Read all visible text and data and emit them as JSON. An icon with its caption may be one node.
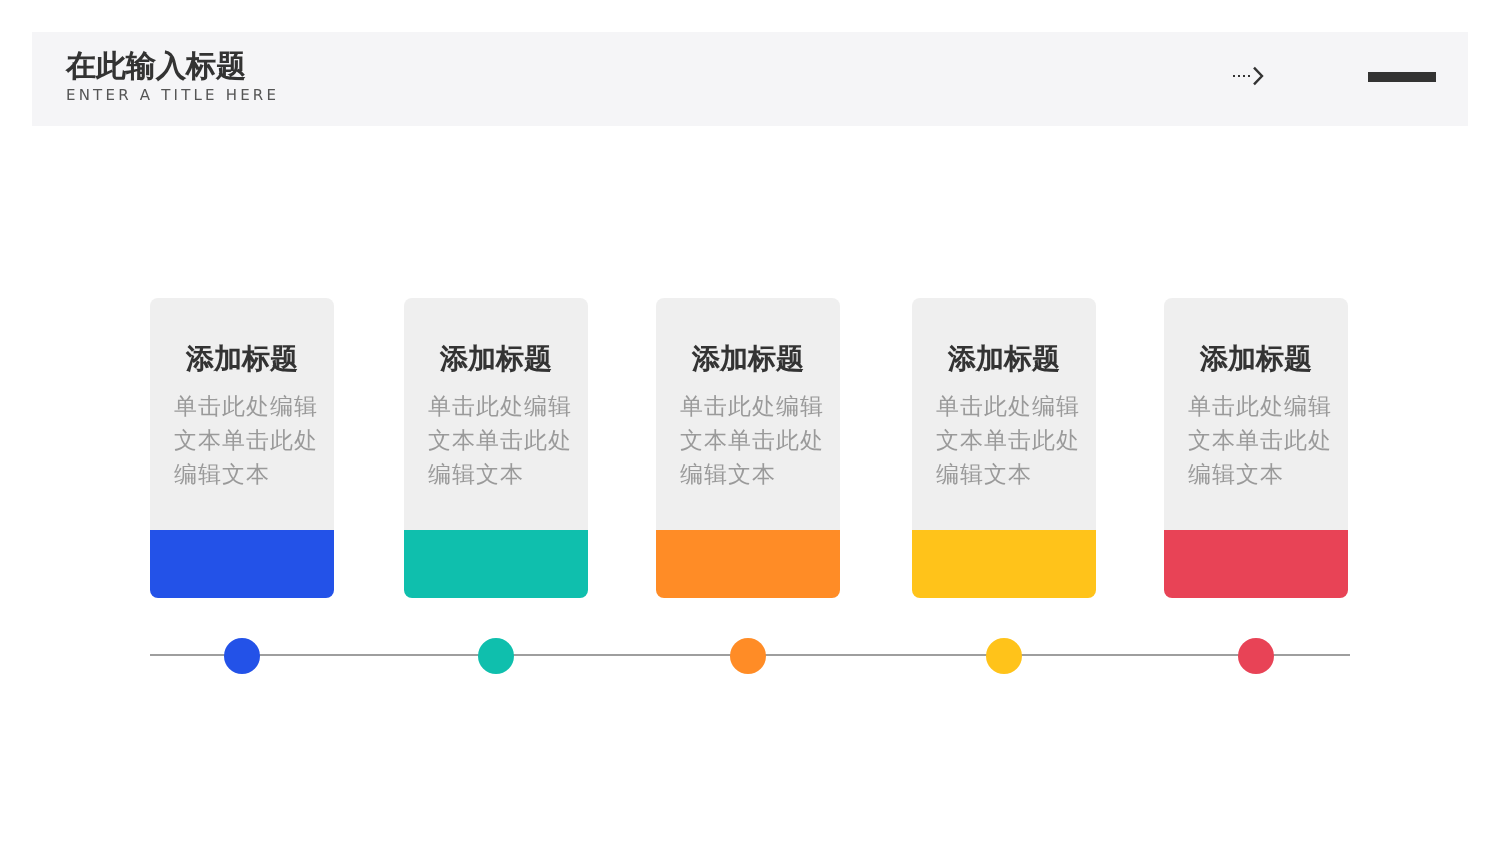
{
  "diagram": {
    "title": "在此输入标题",
    "nodes": [
      {
        "text": [
          "添加标题",
          "单击此处编辑文本单击此处编辑文本"
        ]
      },
      {
        "text": [
          "添加标题",
          "单击此处编辑文本单击此处编辑文本"
        ]
      },
      {
        "text": [
          "添加标题",
          "单击此处编辑文本单击此处编辑文本"
        ]
      },
      {
        "text": [
          "添加标题",
          "单击此处编辑文本单击此处编辑文本"
        ]
      },
      {
        "text": [
          "添加标题",
          "单击此处编辑文本单击此处编辑文本"
        ]
      }
    ],
    "labels": [
      "ENTER A TITLE HERE"
    ]
  }
}
